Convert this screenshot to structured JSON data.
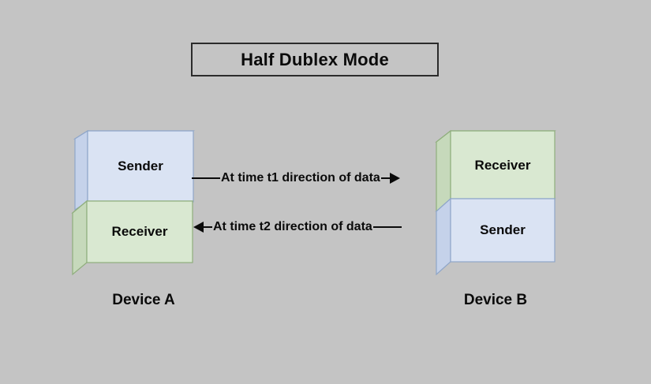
{
  "diagram": {
    "title": "Half Dublex Mode",
    "background_color": "#c4c4c4",
    "blue_fill": "#dae3f3",
    "green_fill": "#d9e8d1",
    "line_color": "#0a0a0a"
  },
  "device_a": {
    "caption": "Device A",
    "top_box_label": "Sender",
    "bottom_box_label": "Receiver"
  },
  "device_b": {
    "caption": "Device B",
    "top_box_label": "Receiver",
    "bottom_box_label": "Sender"
  },
  "arrows": {
    "t1": {
      "label": "At time t1 direction of data",
      "direction": "right"
    },
    "t2": {
      "label": "At time t2 direction of data",
      "direction": "left"
    }
  }
}
